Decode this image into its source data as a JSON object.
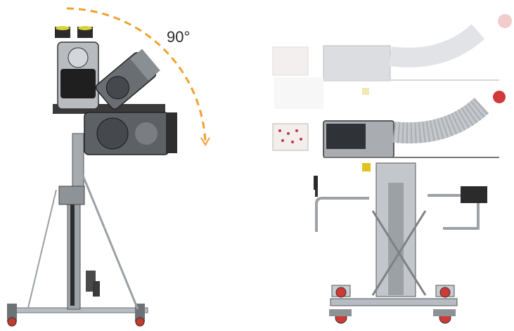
{
  "rotation_label": "90°",
  "colors": {
    "arc": "#f0a030",
    "frame": "#b7bcc2",
    "dark_metal": "#3a3a3a",
    "housing": "#9a9ea4",
    "accent_red": "#d23a3a",
    "accent_yellow": "#e2c21e"
  },
  "icons": {
    "left": "rotating-lift-machine-illustration",
    "right": "height-adjustable-lift-machine-illustration"
  }
}
